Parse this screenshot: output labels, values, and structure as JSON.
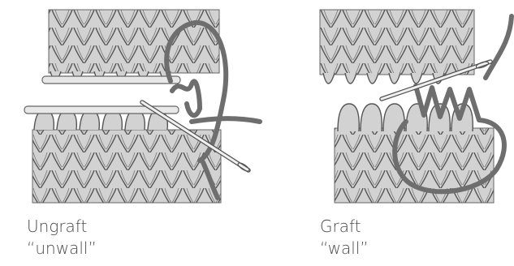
{
  "figures": [
    {
      "name": "ungraft",
      "caption": "Ungraft",
      "subcaption": "“unwall”"
    },
    {
      "name": "graft",
      "caption": "Graft",
      "subcaption": "“wall”"
    }
  ],
  "colors": {
    "knit_fill": "#d2d2d2",
    "knit_stroke": "#555555",
    "yarn": "#6e6e6e",
    "needle": "#e8e8e8",
    "caption": "#4a4a4a"
  }
}
